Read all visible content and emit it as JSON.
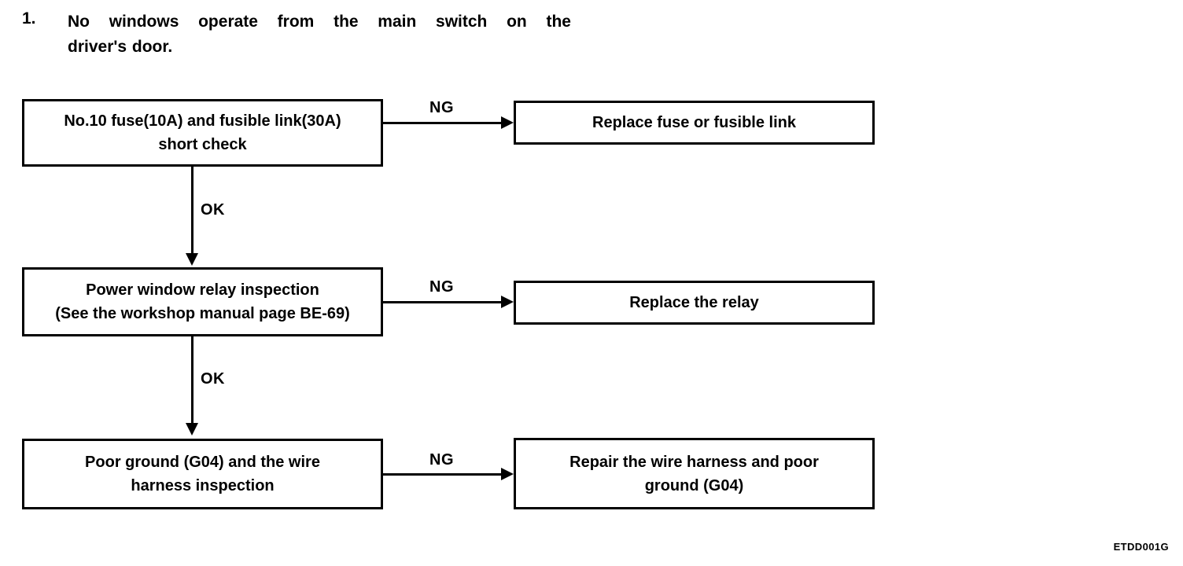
{
  "heading": {
    "number": "1.",
    "line1": "No windows operate from the main switch on the",
    "line2": "driver's door."
  },
  "flowchart": {
    "nodes": {
      "fuse_check": {
        "line1": "No.10 fuse(10A) and fusible link(30A)",
        "line2": "short check"
      },
      "replace_fuse": {
        "line1": "Replace fuse or fusible link"
      },
      "relay_inspection": {
        "line1": "Power window relay inspection",
        "line2": "(See the workshop manual page BE-69)"
      },
      "replace_relay": {
        "line1": "Replace the relay"
      },
      "ground_inspection": {
        "line1": "Poor ground (G04) and the wire",
        "line2": "harness inspection"
      },
      "repair_harness": {
        "line1": "Repair the wire harness and poor",
        "line2": "ground (G04)"
      }
    },
    "edges": {
      "ng1": "NG",
      "ok1": "OK",
      "ng2": "NG",
      "ok2": "OK",
      "ng3": "NG"
    }
  },
  "figure_id": "ETDD001G",
  "colors": {
    "ink": "#000000",
    "page": "#ffffff"
  }
}
